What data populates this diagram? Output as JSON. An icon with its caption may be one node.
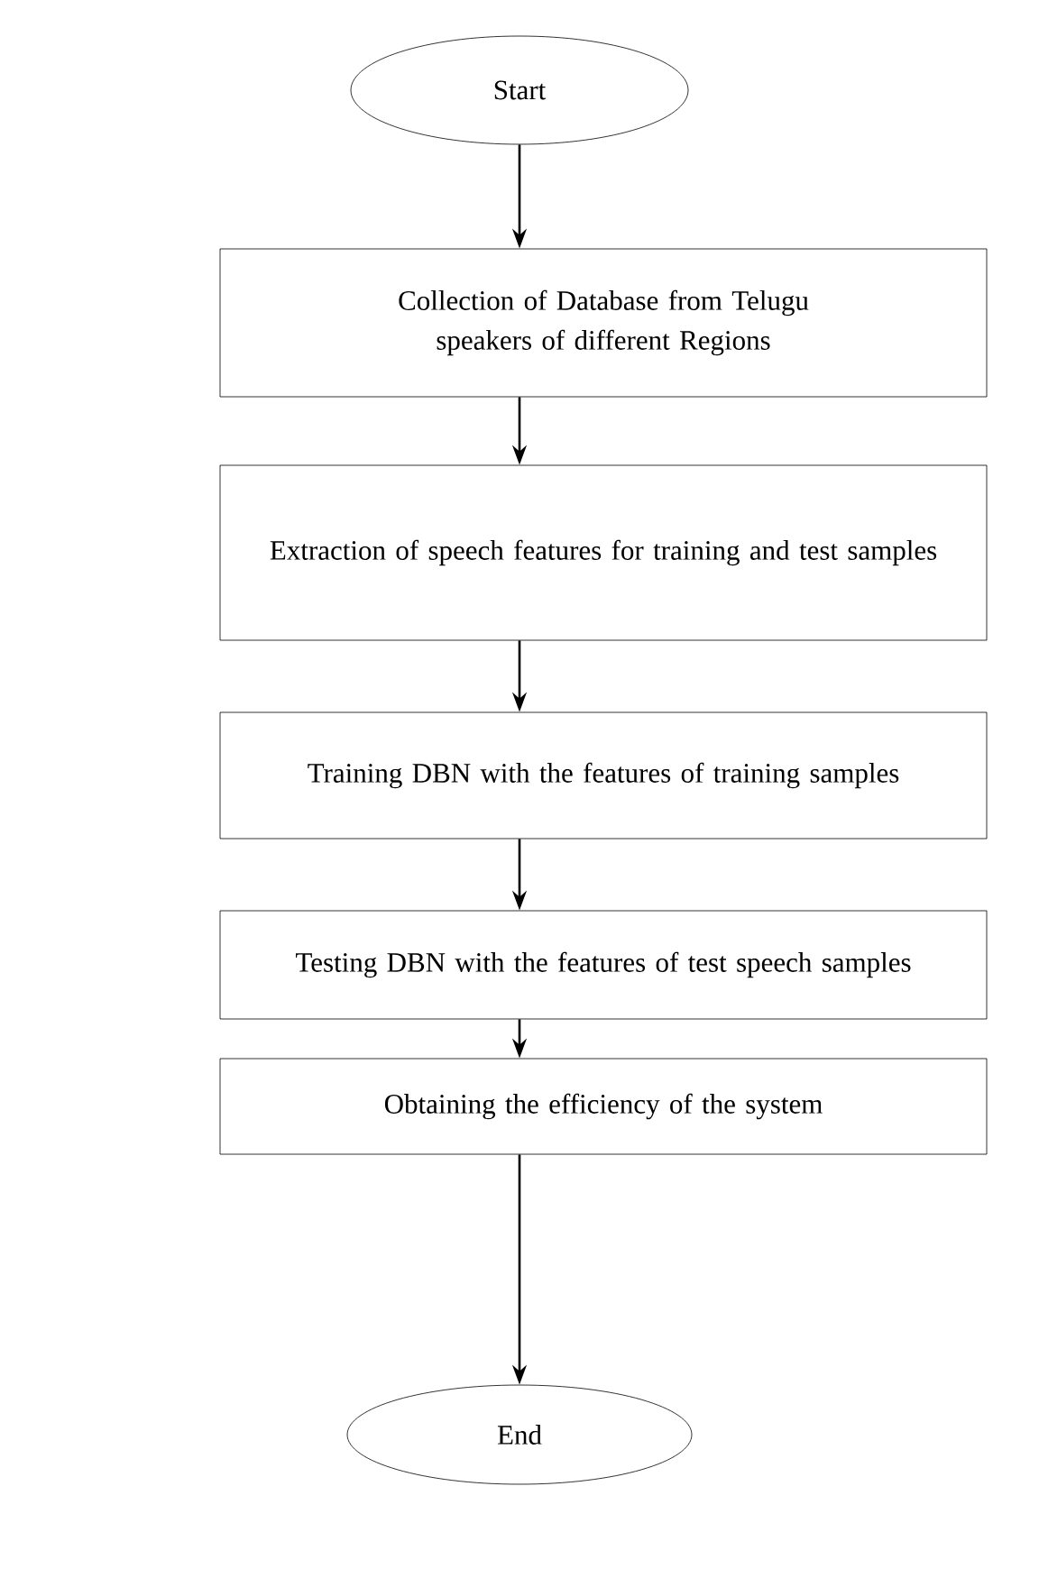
{
  "diagram": {
    "nodes": [
      {
        "text": [
          "Start"
        ]
      },
      {
        "text": [
          "Collection of Database from Telugu speakers of different Regions"
        ]
      },
      {
        "text": [
          "Extraction of speech features for training and test samples"
        ]
      },
      {
        "text": [
          "Training DBN with the features of training samples"
        ]
      },
      {
        "text": [
          "Testing DBN with the features of test speech samples"
        ]
      },
      {
        "text": [
          "Obtaining the efficiency of the system"
        ]
      },
      {
        "text": [
          "End"
        ]
      }
    ],
    "edges": [
      {
        "from": 0,
        "to": 1,
        "arrow": "to"
      },
      {
        "from": 1,
        "to": 2,
        "arrow": "to"
      },
      {
        "from": 2,
        "to": 3,
        "arrow": "to"
      },
      {
        "from": 3,
        "to": 4,
        "arrow": "to"
      },
      {
        "from": 4,
        "to": 5,
        "arrow": "to"
      },
      {
        "from": 5,
        "to": 6,
        "arrow": "to"
      }
    ]
  }
}
